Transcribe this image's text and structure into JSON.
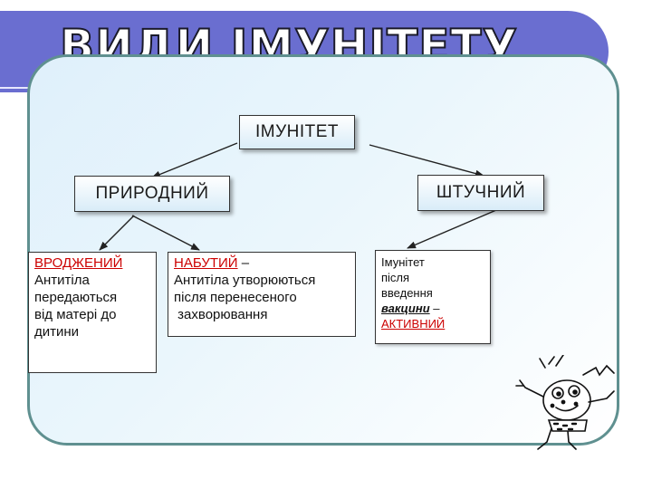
{
  "title": "ВИДИ ІМУНІТЕТУ",
  "root": "ІМУНІТЕТ",
  "branches": {
    "natural": "ПРИРОДНИЙ",
    "artificial": "ШТУЧНИЙ"
  },
  "innate": {
    "label": "ВРОДЖЕНИЙ",
    "text": [
      "Антитіла",
      "передаються",
      "від матері до",
      "дитини"
    ]
  },
  "acquired": {
    "label": "НАБУТИЙ",
    "dash": " –",
    "text": [
      "Антитіла утворюються",
      "після перенесеного",
      " захворювання"
    ]
  },
  "artificial_desc": {
    "text": [
      "Імунітет",
      "після",
      "введення"
    ],
    "vaccine": "вакцини",
    "dash": " –",
    "active": "АКТИВНИЙ"
  },
  "colors": {
    "title_bar": "#6a6ed0",
    "frame": "#5f9090",
    "highlight": "#cc0000"
  }
}
